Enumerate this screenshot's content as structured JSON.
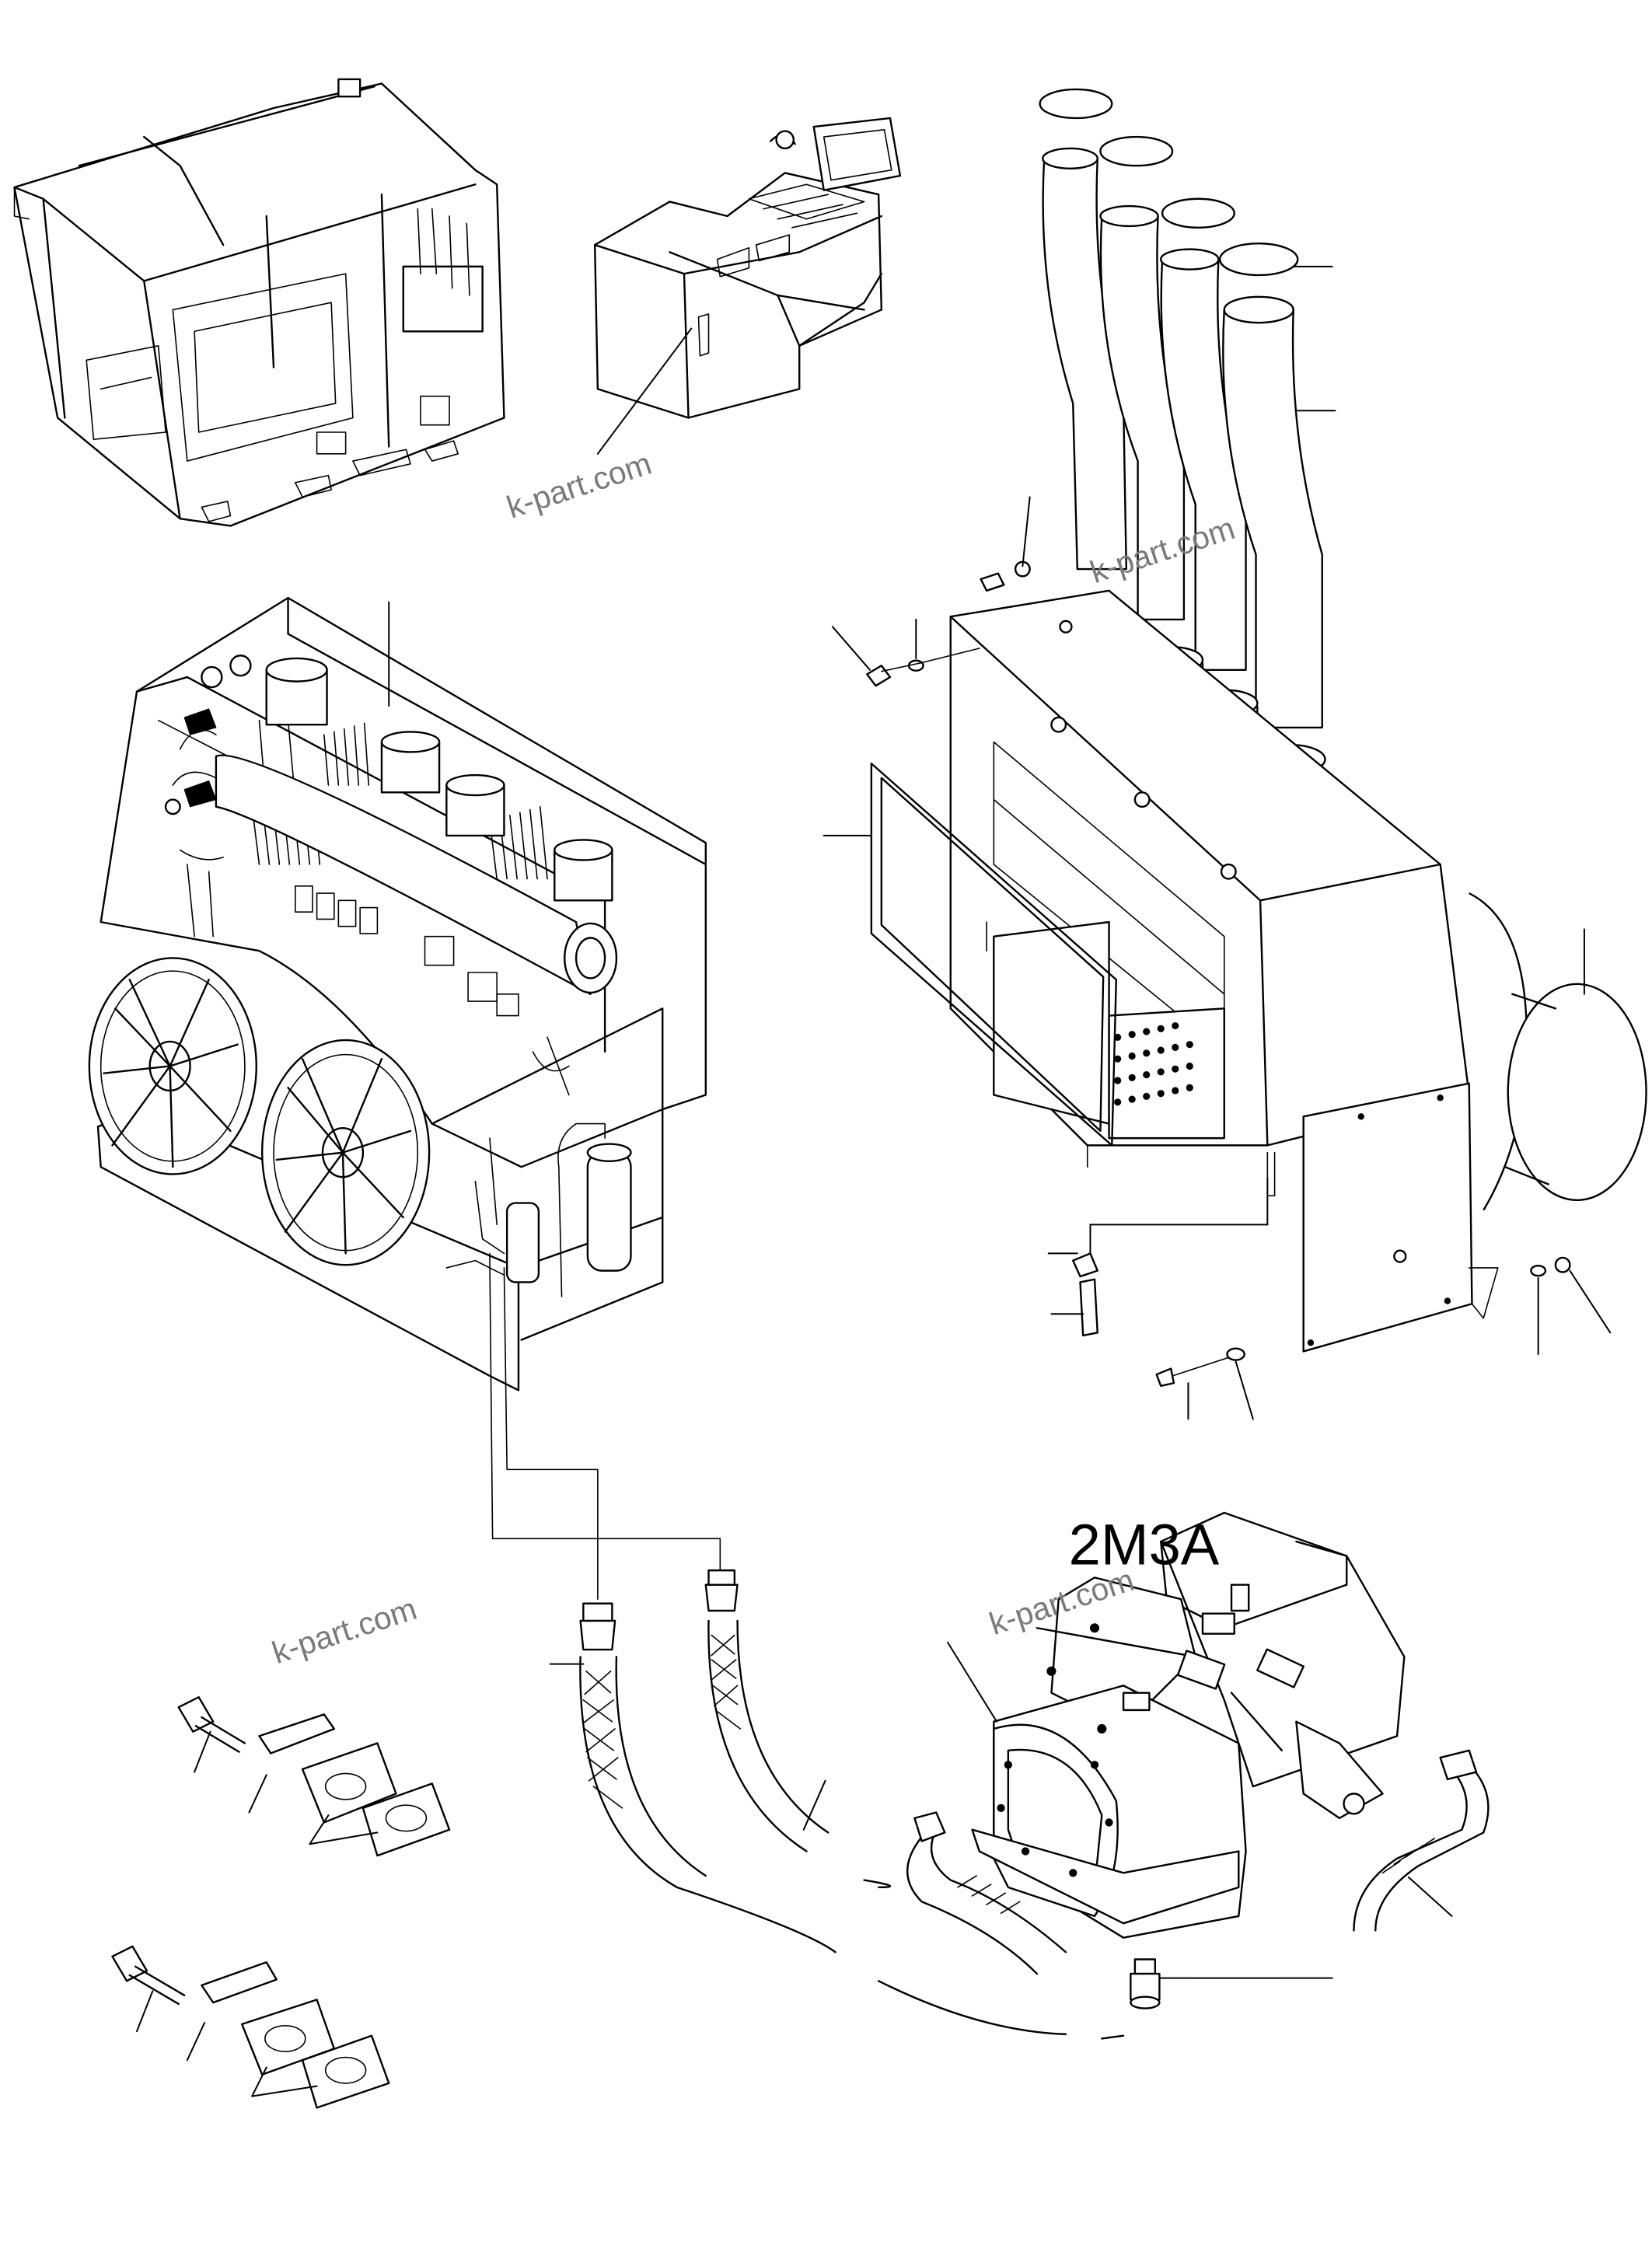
{
  "diagram": {
    "component_label": "2M3A",
    "watermarks": [
      "k-part.com",
      "k-part.com",
      "k-part.com",
      "k-part.com"
    ]
  }
}
